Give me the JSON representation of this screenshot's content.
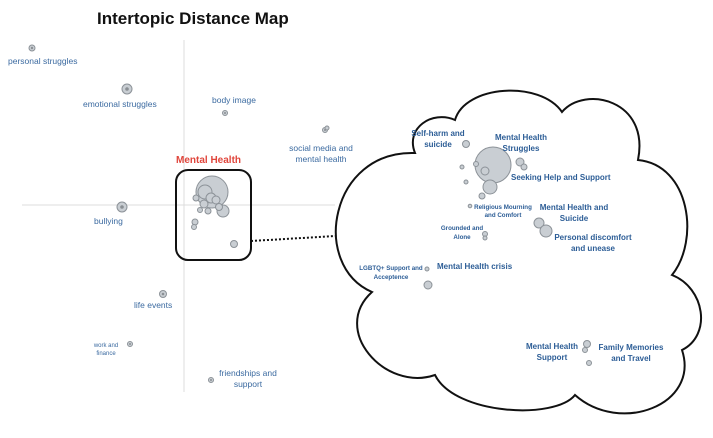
{
  "chart_data": {
    "type": "scatter",
    "title": "Intertopic Distance Map",
    "highlight_label": "Mental Health",
    "main_topics": [
      {
        "label": "personal struggles",
        "size": 3
      },
      {
        "label": "emotional struggles",
        "size": 5
      },
      {
        "label": "body image",
        "size": 2
      },
      {
        "label": "social media and mental health",
        "size": 3
      },
      {
        "label": "bullying",
        "size": 5
      },
      {
        "label": "life events",
        "size": 3
      },
      {
        "label": "work and finance",
        "size": 2
      },
      {
        "label": "friendships and support",
        "size": 2
      }
    ],
    "mental_health_cluster": {
      "bubbles": [
        18,
        9,
        6,
        5,
        5,
        4,
        4,
        4,
        3,
        3,
        3,
        3,
        3
      ]
    },
    "zoom_topics": [
      {
        "label": "Self-harm and suicide",
        "size": 3
      },
      {
        "label": "Mental Health Struggles",
        "size": 18
      },
      {
        "label": "Seeking Help and Support",
        "size": 7
      },
      {
        "label": "Religious Mourning and Comfort",
        "size": 2
      },
      {
        "label": "Grounded and Alone",
        "size": 3
      },
      {
        "label": "Mental Health and Suicide",
        "size": 5
      },
      {
        "label": "Personal discomfort and unease",
        "size": 6
      },
      {
        "label": "LGBTQ+ Support and Acceptence",
        "size": 2
      },
      {
        "label": "Mental Health crisis",
        "size": 4
      },
      {
        "label": "Mental Health Support",
        "size": 4
      },
      {
        "label": "Family Memories and Travel",
        "size": 3
      }
    ]
  }
}
